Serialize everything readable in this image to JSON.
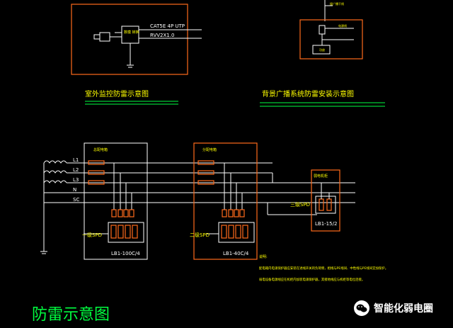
{
  "colors": {
    "background": "#000000",
    "frame": "#ff6a1a",
    "text_yellow": "#ffff00",
    "text_green": "#00ff40",
    "wire_white": "#ffffff"
  },
  "top_left": {
    "box_label": "数模\n转换",
    "cable_1": "CAT5E 4P UTP",
    "cable_2": "RVV2X1.0",
    "title": "室外监控防雷示意图"
  },
  "top_right": {
    "lead_label": "接广播干线",
    "spd_label": "电源线",
    "device_label": "功放",
    "title": "背景广播系统防雷安装示意图"
  },
  "lines": {
    "L1": "L1",
    "L2": "L2",
    "L3": "L3",
    "N": "N",
    "SC": "SC"
  },
  "panels": {
    "p1_title": "总配电箱",
    "p1_spd": "一级SPD",
    "p1_model": "LB1-100C/4",
    "p2_title": "分配电箱",
    "p2_spd": "二级SPD",
    "p2_model": "LB1-40C/4",
    "p3_title": "弱电机柜",
    "p3_spd": "三级SPD",
    "p3_model": "LB1-15/2"
  },
  "notes": {
    "head": "说明:",
    "line1": "配电箱内电涌保护器应安装在进线开关的负荷侧，相线与PE线间、中性线与PE线间宜加保护。",
    "line2": "弱电设备电源线应在机柜内加装电涌保护器，其接地线应与机柜等电位连接。"
  },
  "main_title": "防雷示意图",
  "watermark": "智能化弱电圈",
  "icons": [
    "wechat-icon"
  ]
}
